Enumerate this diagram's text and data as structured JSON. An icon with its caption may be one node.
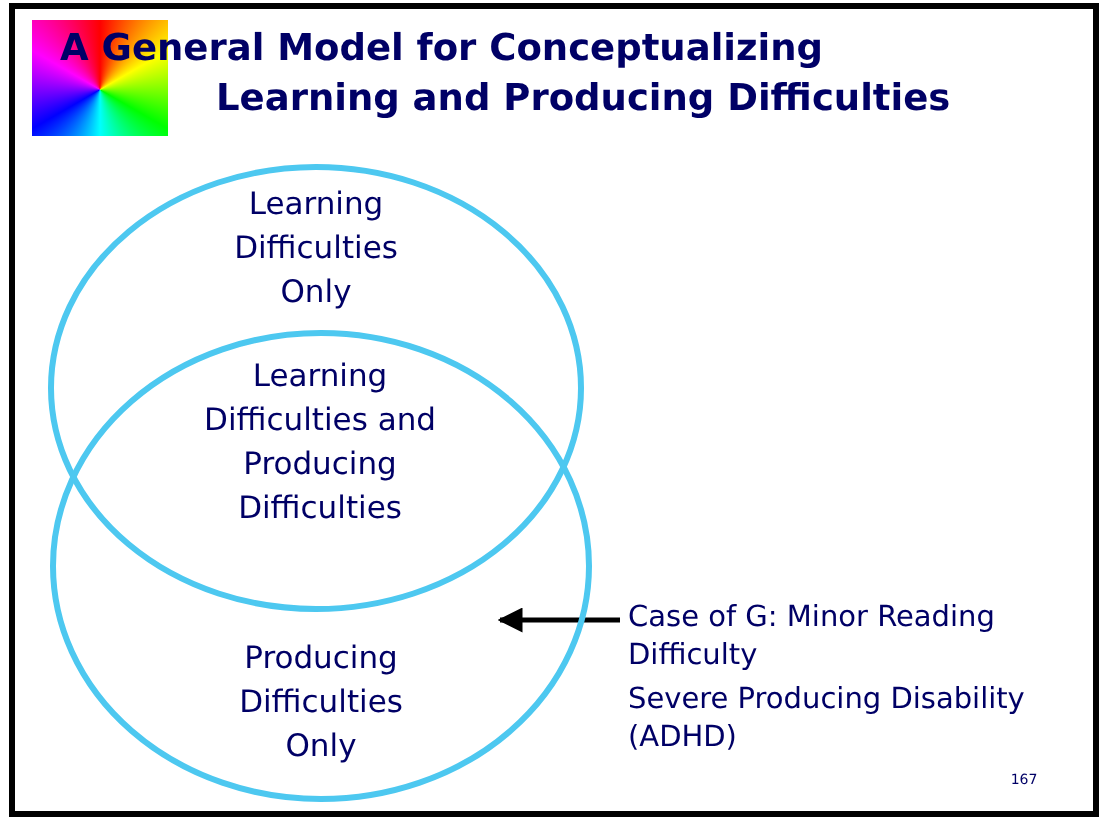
{
  "diagram": {
    "title": "A General Model for Conceptualizing Learning and Producing Difficulties",
    "nodes": [
      {
        "text": [
          "Learning Difficulties Only"
        ]
      },
      {
        "text": [
          "Producing Difficulties Only"
        ]
      },
      {
        "text": [
          "Case of G: Minor Reading Difficulty",
          "Severe Producing Disability (ADHD)"
        ]
      }
    ],
    "edges": [
      {
        "from": 2,
        "to": 1,
        "arrow": "to"
      }
    ],
    "labels": [
      "Learning Difficulties and Producing Difficulties",
      "167"
    ]
  }
}
